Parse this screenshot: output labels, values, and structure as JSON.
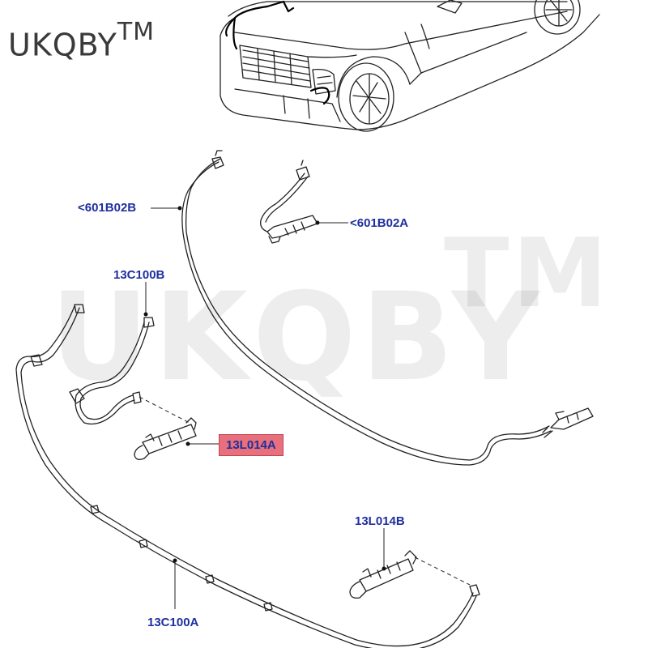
{
  "brand": {
    "text": "UKQBY",
    "tm": "TM"
  },
  "watermark": {
    "text": "UKQBY",
    "tm": "TM"
  },
  "callouts": {
    "c1": "<601B02B",
    "c2": "<601B02A",
    "c3": "13C100B",
    "c4": "13L014A",
    "c5": "13L014B",
    "c6": "13C100A"
  },
  "colors": {
    "callout_text": "#1f2f9e",
    "highlight": "#e8707c",
    "line": "#111111"
  }
}
